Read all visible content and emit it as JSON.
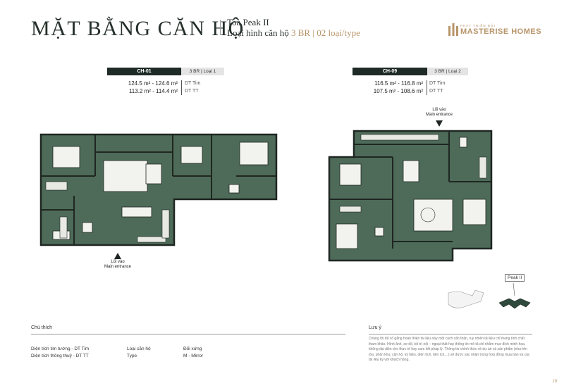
{
  "header": {
    "title": "MẶT BẰNG CĂN HỘ",
    "building": "Toà Peak II",
    "type_prefix": "Loại hình căn hộ",
    "bedrooms": "3 BR",
    "divider": "|",
    "variants": "02 loại/type"
  },
  "logo": {
    "small_text": "PHÁT TRIỂN BỞI",
    "brand": "MASTERISE HOMES",
    "color": "#b8956a"
  },
  "units": [
    {
      "code": "CH-01",
      "type": "3 BR | Loại 1",
      "area_tim": "124.5 m² - 124.6 m²",
      "area_tim_label": "DT Tim",
      "area_tt": "113.2 m² - 114.4 m²",
      "area_tt_label": "DT TT",
      "entrance_vi": "Lối vào",
      "entrance_en": "Main entrance"
    },
    {
      "code": "CH-09",
      "type": "3 BR | Loại 2",
      "area_tim": "116.5 m² - 116.8 m²",
      "area_tim_label": "DT Tim",
      "area_tt": "107.5 m² - 108.6 m²",
      "area_tt_label": "DT TT",
      "entrance_vi": "Lối vào",
      "entrance_en": "Main entrance"
    }
  ],
  "keyplan": {
    "label": "Peak II"
  },
  "legend": {
    "title": "Chú thích",
    "tim_label": "Diện tích tim tường - DT Tim",
    "tt_label": "Diện tích thông thuỷ - DT TT",
    "type_vi": "Loại căn hộ",
    "type_en": "Type",
    "mirror_vi": "Đối xứng",
    "mirror_en": "M - Mirror"
  },
  "disclaimer": {
    "title": "Lưu ý",
    "text": "Chúng tôi đã cố gắng hoàn thiện tài liệu này một cách cẩn thận, tuy nhiên tài liệu chỉ mang tính chất tham khảo. Hình ảnh, sơ đồ, bố trí nội – ngoại thất hay thông tin mô tả chỉ nhằm mục đích minh họa, không đại diện cho thực tế hay cam kết pháp lý. Thông tin chính thức về dự án và sản phẩm (như tên tòa, phân khu, căn hộ, ký hiệu, diện tích, tiện ích,...) sẽ được xác nhận trong hợp đồng mua bán và các tài liệu ký với khách hàng."
  },
  "page_number": "19",
  "colors": {
    "plan_green": "#4d6b58",
    "wall": "#1f2622",
    "tag_dark": "#1d2a25"
  }
}
